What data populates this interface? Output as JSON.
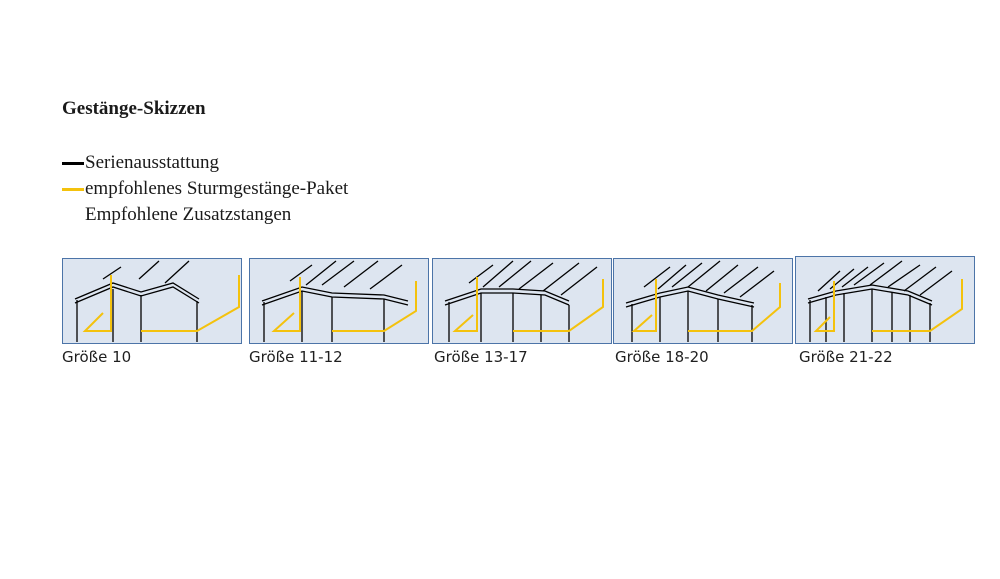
{
  "title": "Gestänge-Skizzen",
  "legend": [
    {
      "label": "Serienausstattung",
      "color": "#000000"
    },
    {
      "label": "empfohlenes Sturmgestänge-Paket",
      "color": "#f4c20d"
    },
    {
      "label": "Empfohlene Zusatzstangen",
      "color": null
    }
  ],
  "colors": {
    "standard": "#000000",
    "storm": "#f4c20d",
    "panel_bg": "#dde5f0",
    "panel_border": "#4c74a8"
  },
  "panels": [
    {
      "caption": "Größe 10"
    },
    {
      "caption": "Größe 11-12"
    },
    {
      "caption": "Größe 13-17"
    },
    {
      "caption": "Größe 18-20"
    },
    {
      "caption": "Größe 21-22"
    }
  ]
}
